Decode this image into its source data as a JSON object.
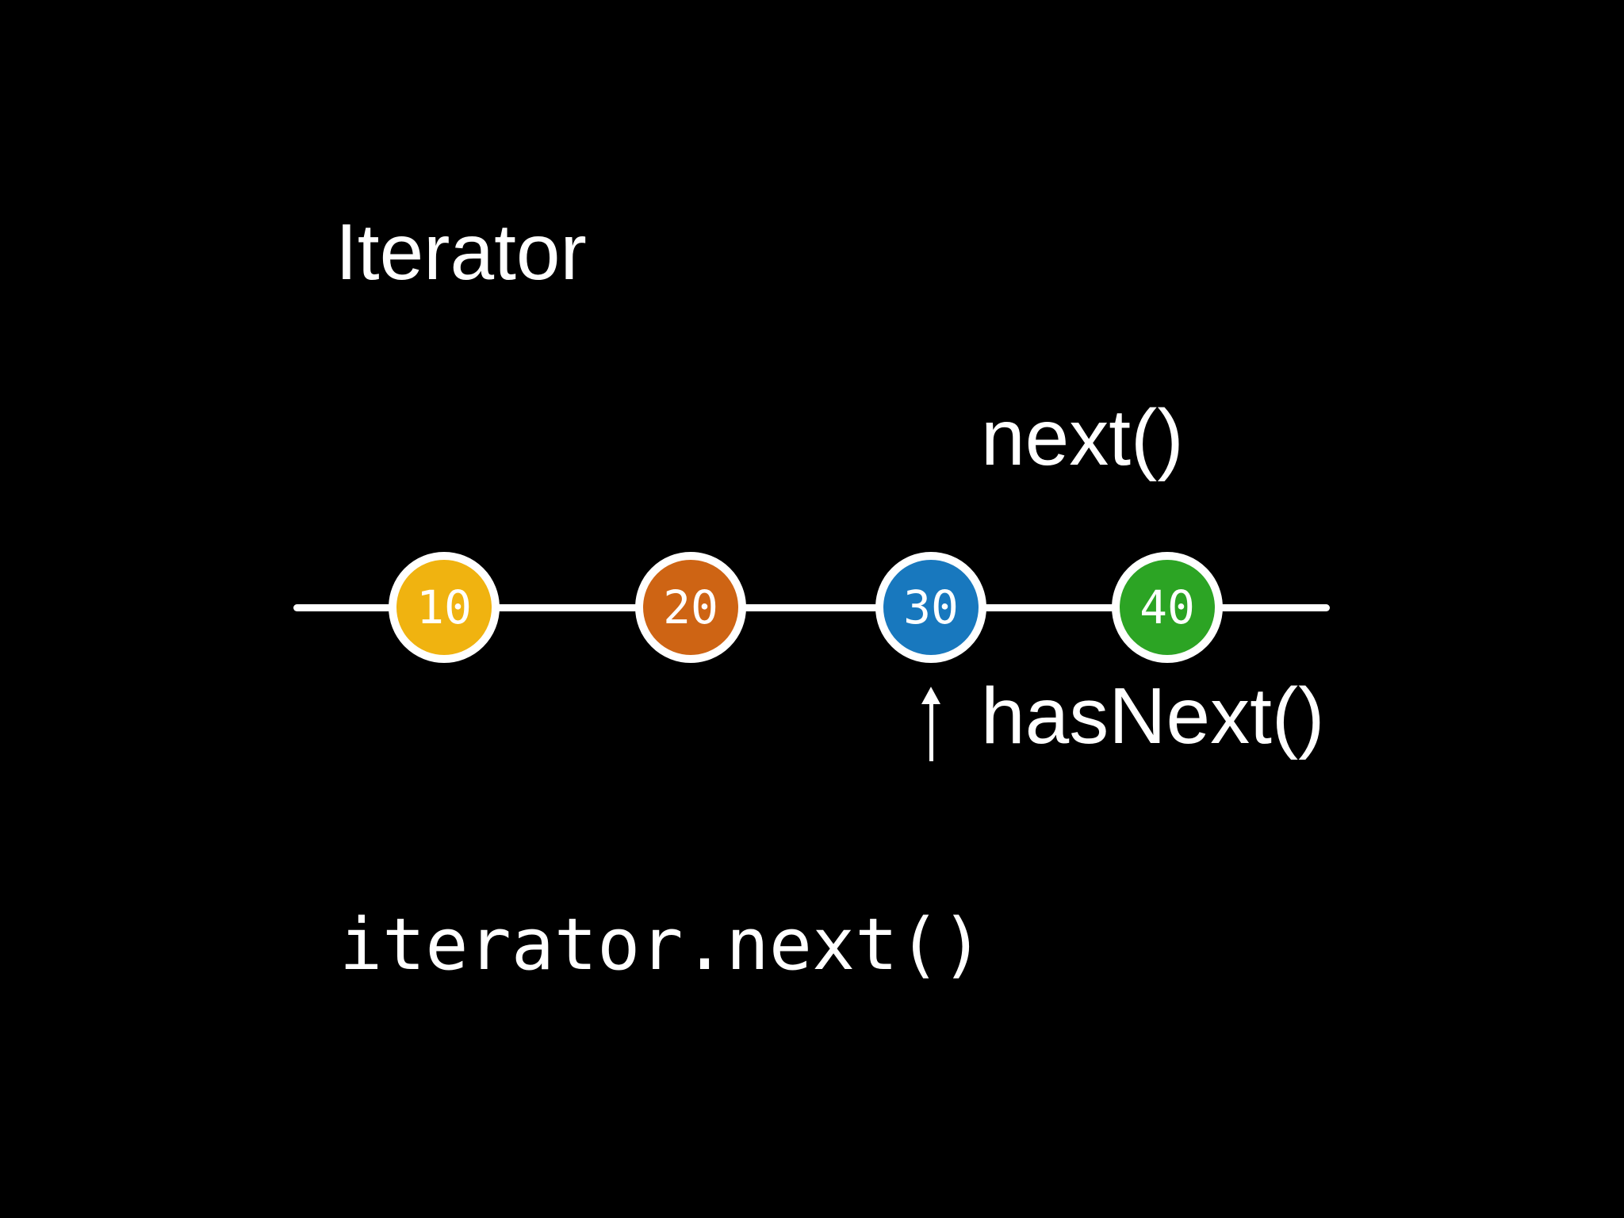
{
  "colors": {
    "background": "#000000",
    "text": "#FFFFFF",
    "track": "#FFFFFF",
    "arrow": "#FFFFFF"
  },
  "header": {
    "title": "Iterator",
    "methods": [
      "next()",
      "hasNext()"
    ]
  },
  "timeline": {
    "nodes": [
      {
        "label": "10",
        "color": "#F0B310"
      },
      {
        "label": "20",
        "color": "#CE6414"
      },
      {
        "label": "30",
        "color": "#1878BE"
      },
      {
        "label": "40",
        "color": "#2CA424"
      }
    ],
    "pointer_target": "30"
  },
  "code": {
    "text": "iterator.next()"
  }
}
